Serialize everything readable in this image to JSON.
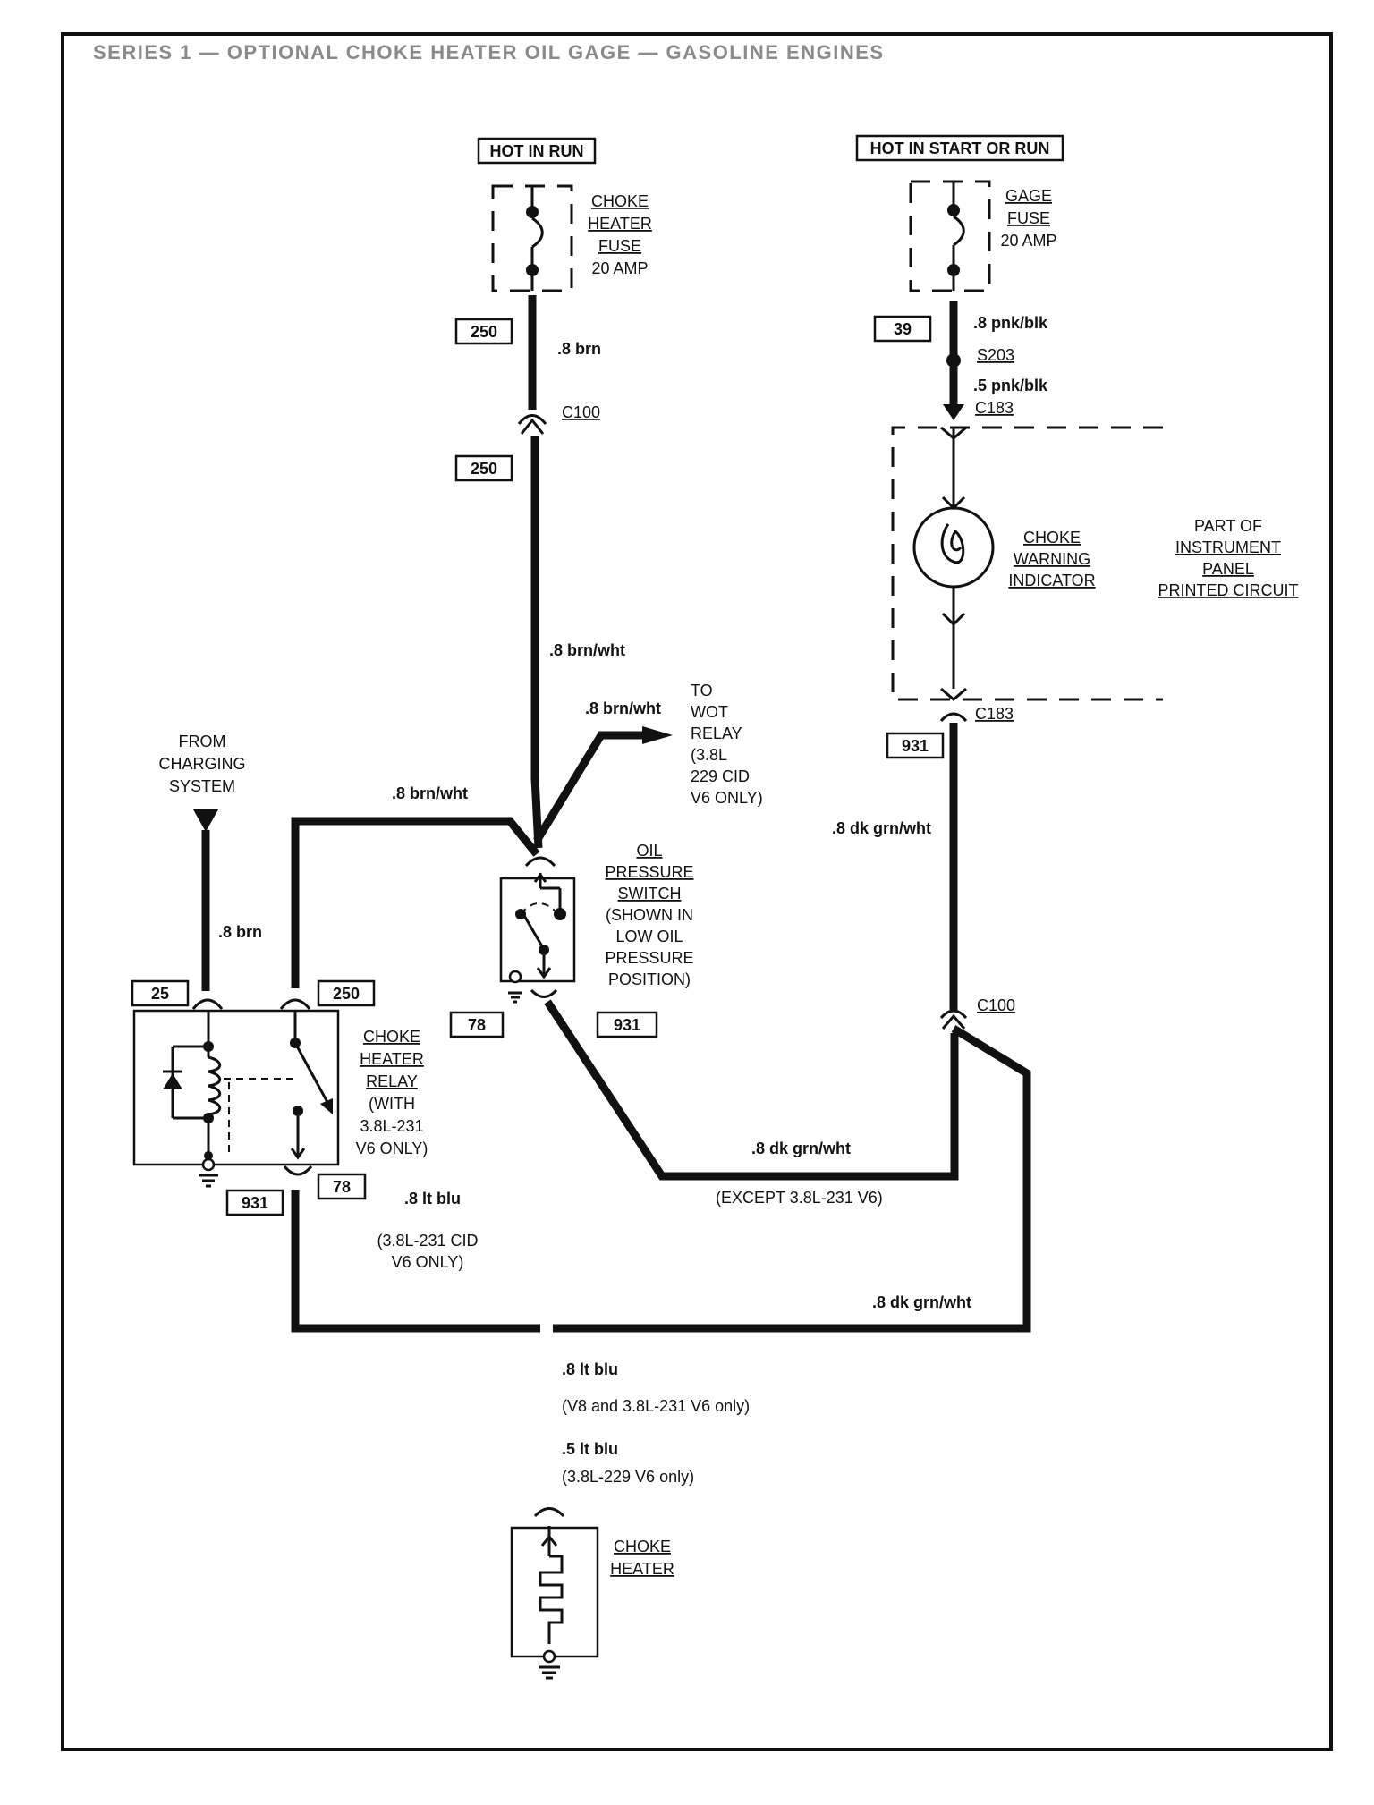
{
  "title": "SERIES 1 — OPTIONAL CHOKE HEATER OIL GAGE — GASOLINE ENGINES",
  "power": {
    "hot_in_run": "HOT IN RUN",
    "hot_in_start_or_run": "HOT IN START OR RUN"
  },
  "fuses": {
    "choke_l1": "CHOKE",
    "choke_l2": "HEATER",
    "choke_l3": "FUSE",
    "choke_amp": "20 AMP",
    "gage_l1": "GAGE",
    "gage_l2": "FUSE",
    "gage_amp": "20 AMP"
  },
  "circuit_numbers": {
    "c250_a": "250",
    "c250_b": "250",
    "c250_c": "250",
    "c39": "39",
    "c931_a": "931",
    "c931_b": "931",
    "c931_c": "931",
    "c25": "25",
    "c78_a": "78",
    "c78_b": "78"
  },
  "wires": {
    "w_8brn_top": ".8 brn",
    "w_8pnkblk": ".8 pnk/blk",
    "w_5pnkblk": ".5 pnk/blk",
    "w_8brnwht_vert": ".8 brn/wht",
    "w_8brnwht_wot": ".8 brn/wht",
    "w_8brnwht_relay": ".8 brn/wht",
    "w_8dkgrnwht_right": ".8 dk grn/wht",
    "w_8brn_left": ".8 brn",
    "w_8dkgrnwht_bottom": ".8 dk grn/wht",
    "w_except": "(EXCEPT 3.8L-231 V6)",
    "w_8ltblu_left": ".8 lt blu",
    "w_38l_l1": "(3.8L-231 CID",
    "w_38l_l2": "V6 ONLY)",
    "w_8dkgrnwht_lower": ".8 dk grn/wht",
    "w_8ltblu_main": ".8 lt blu",
    "w_v8": "(V8 and 3.8L-231 V6 only)",
    "w_5ltblu": ".5 lt blu",
    "w_229": "(3.8L-229 V6 only)"
  },
  "connectors": {
    "s203": "S203",
    "c100_top": "C100",
    "c183_top": "C183",
    "c183_bot": "C183",
    "c100_right": "C100"
  },
  "indicator": {
    "l1": "CHOKE",
    "l2": "WARNING",
    "l3": "INDICATOR"
  },
  "panel": {
    "l1": "PART OF",
    "l2": "INSTRUMENT",
    "l3": "PANEL",
    "l4": "PRINTED CIRCUIT"
  },
  "wot": {
    "l1": "TO",
    "l2": "WOT",
    "l3": "RELAY",
    "l4": "(3.8L",
    "l5": "229 CID",
    "l6": "V6 ONLY)"
  },
  "charging": {
    "l1": "FROM",
    "l2": "CHARGING",
    "l3": "SYSTEM"
  },
  "oil_switch": {
    "l1": "OIL",
    "l2": "PRESSURE",
    "l3": "SWITCH",
    "l4": "(SHOWN IN",
    "l5": "LOW OIL",
    "l6": "PRESSURE",
    "l7": "POSITION)"
  },
  "relay": {
    "l1": "CHOKE",
    "l2": "HEATER",
    "l3": "RELAY",
    "l4": "(WITH",
    "l5": "3.8L-231",
    "l6": "V6 ONLY)"
  },
  "heater": {
    "l1": "CHOKE",
    "l2": "HEATER"
  }
}
